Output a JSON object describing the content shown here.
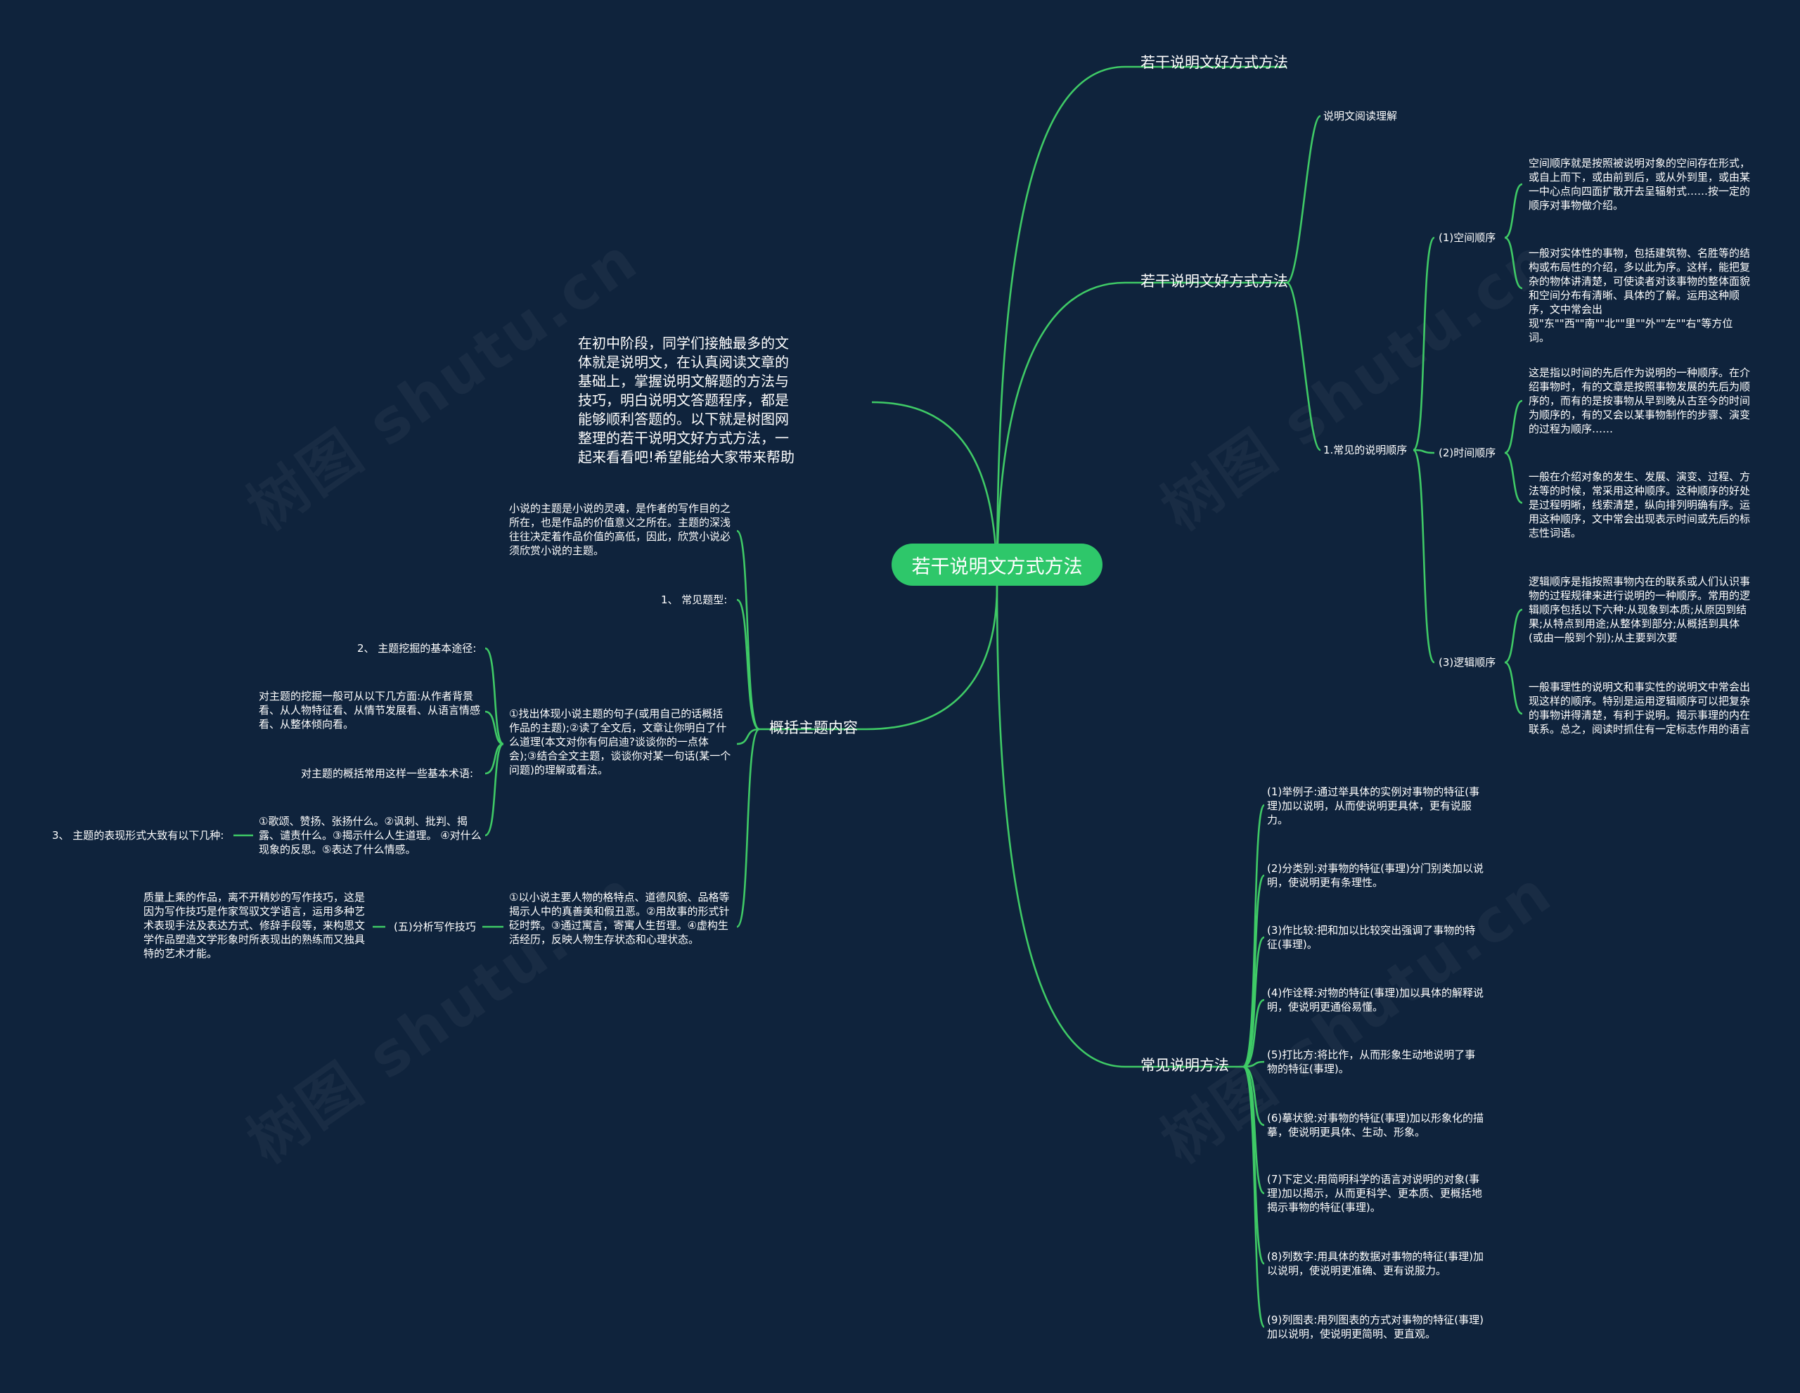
{
  "central": {
    "title": "若干说明文方式方法"
  },
  "intro": "在初中阶段，同学们接触最多的文体就是说明文，在认真阅读文章的基础上，掌握说明文解题的方法与技巧，明白说明文答题程序，都是能够顺利答题的。以下就是树图网整理的若干说明文好方式方法，一起来看看吧!希望能给大家带来帮助",
  "watermarks": [
    "树图 shutu.cn",
    "树图 shutu.cn",
    "树图 shutu.cn",
    "树图 shutu.cn"
  ],
  "right": {
    "branch1": {
      "label": "若干说明文好方式方法"
    },
    "branch2": {
      "label": "若干说明文好方式方法",
      "sub_reading": "说明文阅读理解",
      "sub_order": {
        "label": "1.常见的说明顺序",
        "space": {
          "label": "(1)空间顺序",
          "text1": "空间顺序就是按照被说明对象的空间存在形式，或自上而下，或由前到后，或从外到里，或由某一中心点向四面扩散开去呈辐射式……按一定的顺序对事物做介绍。",
          "text2": "一般对实体性的事物，包括建筑物、名胜等的结构或布局性的介绍，多以此为序。这样，能把复杂的物体讲清楚，可使读者对该事物的整体面貌和空间分布有清晰、具体的了解。运用这种顺序，文中常会出现\"东\"\"西\"\"南\"\"北\"\"里\"\"外\"\"左\"\"右\"等方位词。"
        },
        "time": {
          "label": "(2)时间顺序",
          "text1": "这是指以时间的先后作为说明的一种顺序。在介绍事物时，有的文章是按照事物发展的先后为顺序的，而有的是按事物从早到晚从古至今的时间为顺序的，有的又会以某事物制作的步骤、演变的过程为顺序……",
          "text2": "一般在介绍对象的发生、发展、演变、过程、方法等的时候，常采用这种顺序。这种顺序的好处是过程明晰，线索清楚，纵向排列明确有序。运用这种顺序，文中常会出现表示时间或先后的标志性词语。"
        },
        "logic": {
          "label": "(3)逻辑顺序",
          "text1": "逻辑顺序是指按照事物内在的联系或人们认识事物的过程规律来进行说明的一种顺序。常用的逻辑顺序包括以下六种:从现象到本质;从原因到结果;从特点到用途;从整体到部分;从概括到具体(或由一般到个别);从主要到次要",
          "text2": "一般事理性的说明文和事实性的说明文中常会出现这样的顺序。特别是运用逻辑顺序可以把复杂的事物讲得清楚，有利于说明。揭示事理的内在联系。总之，阅读时抓住有一定标志作用的语言"
        }
      }
    },
    "branch3": {
      "label": "常见说明方法",
      "methods": [
        "(1)举例子:通过举具体的实例对事物的特征(事理)加以说明，从而使说明更具体，更有说服力。",
        "(2)分类别:对事物的特征(事理)分门别类加以说明，使说明更有条理性。",
        "(3)作比较:把和加以比较突出强调了事物的特征(事理)。",
        "(4)作诠释:对物的特征(事理)加以具体的解释说明，使说明更通俗易懂。",
        "(5)打比方:将比作，从而形象生动地说明了事物的特征(事理)。",
        "(6)摹状貌:对事物的特征(事理)加以形象化的描摹，使说明更具体、生动、形象。",
        "(7)下定义:用简明科学的语言对说明的对象(事理)加以揭示，从而更科学、更本质、更概括地揭示事物的特征(事理)。",
        "(8)列数字:用具体的数据对事物的特征(事理)加以说明，使说明更准确、更有说服力。",
        "(9)列图表:用列图表的方式对事物的特征(事理)加以说明，使说明更简明、更直观。"
      ]
    }
  },
  "left": {
    "branch": {
      "label": "概括主题内容",
      "n1": "小说的主题是小说的灵魂，是作者的写作目的之所在，也是作品的价值意义之所在。主题的深浅往往决定着作品价值的高低，因此，欣赏小说必须欣赏小说的主题。",
      "n2": "1、 常见题型:",
      "n3": "①找出体现小说主题的句子(或用自己的话概括作品的主题);②读了全文后，文章让你明白了什么道理(本文对你有何启迪?谈谈你的一点体会);③结合全文主题，谈谈你对某一句话(某一个问题)的理解或看法。",
      "n3_children": {
        "c1": "2、 主题挖掘的基本途径:",
        "c2": "对主题的挖掘一般可从以下几方面:从作者背景看、从人物特征看、从情节发展看、从语言情感看、从整体倾向看。",
        "c3": "对主题的概括常用这样一些基本术语:",
        "c4": "①歌颂、赞扬、张扬什么。②讽刺、批判、揭露、谴责什么。③揭示什么人生道理。 ④对什么现象的反思。⑤表达了什么情感。",
        "c4_child": "3、 主题的表现形式大致有以下几种:"
      },
      "n4": "①以小说主要人物的格特点、道德风貌、品格等揭示人中的真善美和假丑恶。②用故事的形式针砭时弊。③通过寓言，寄寓人生哲理。④虚构生活经历，反映人物生存状态和心理状态。",
      "n4_child": "(五)分析写作技巧",
      "n4_grandchild": "质量上乘的作品，离不开精妙的写作技巧，这是因为写作技巧是作家驾驭文学语言，运用多种艺术表现手法及表达方式、修辞手段等，来构思文学作品塑造文学形象时所表现出的熟练而又独具特的艺术才能。"
    }
  }
}
